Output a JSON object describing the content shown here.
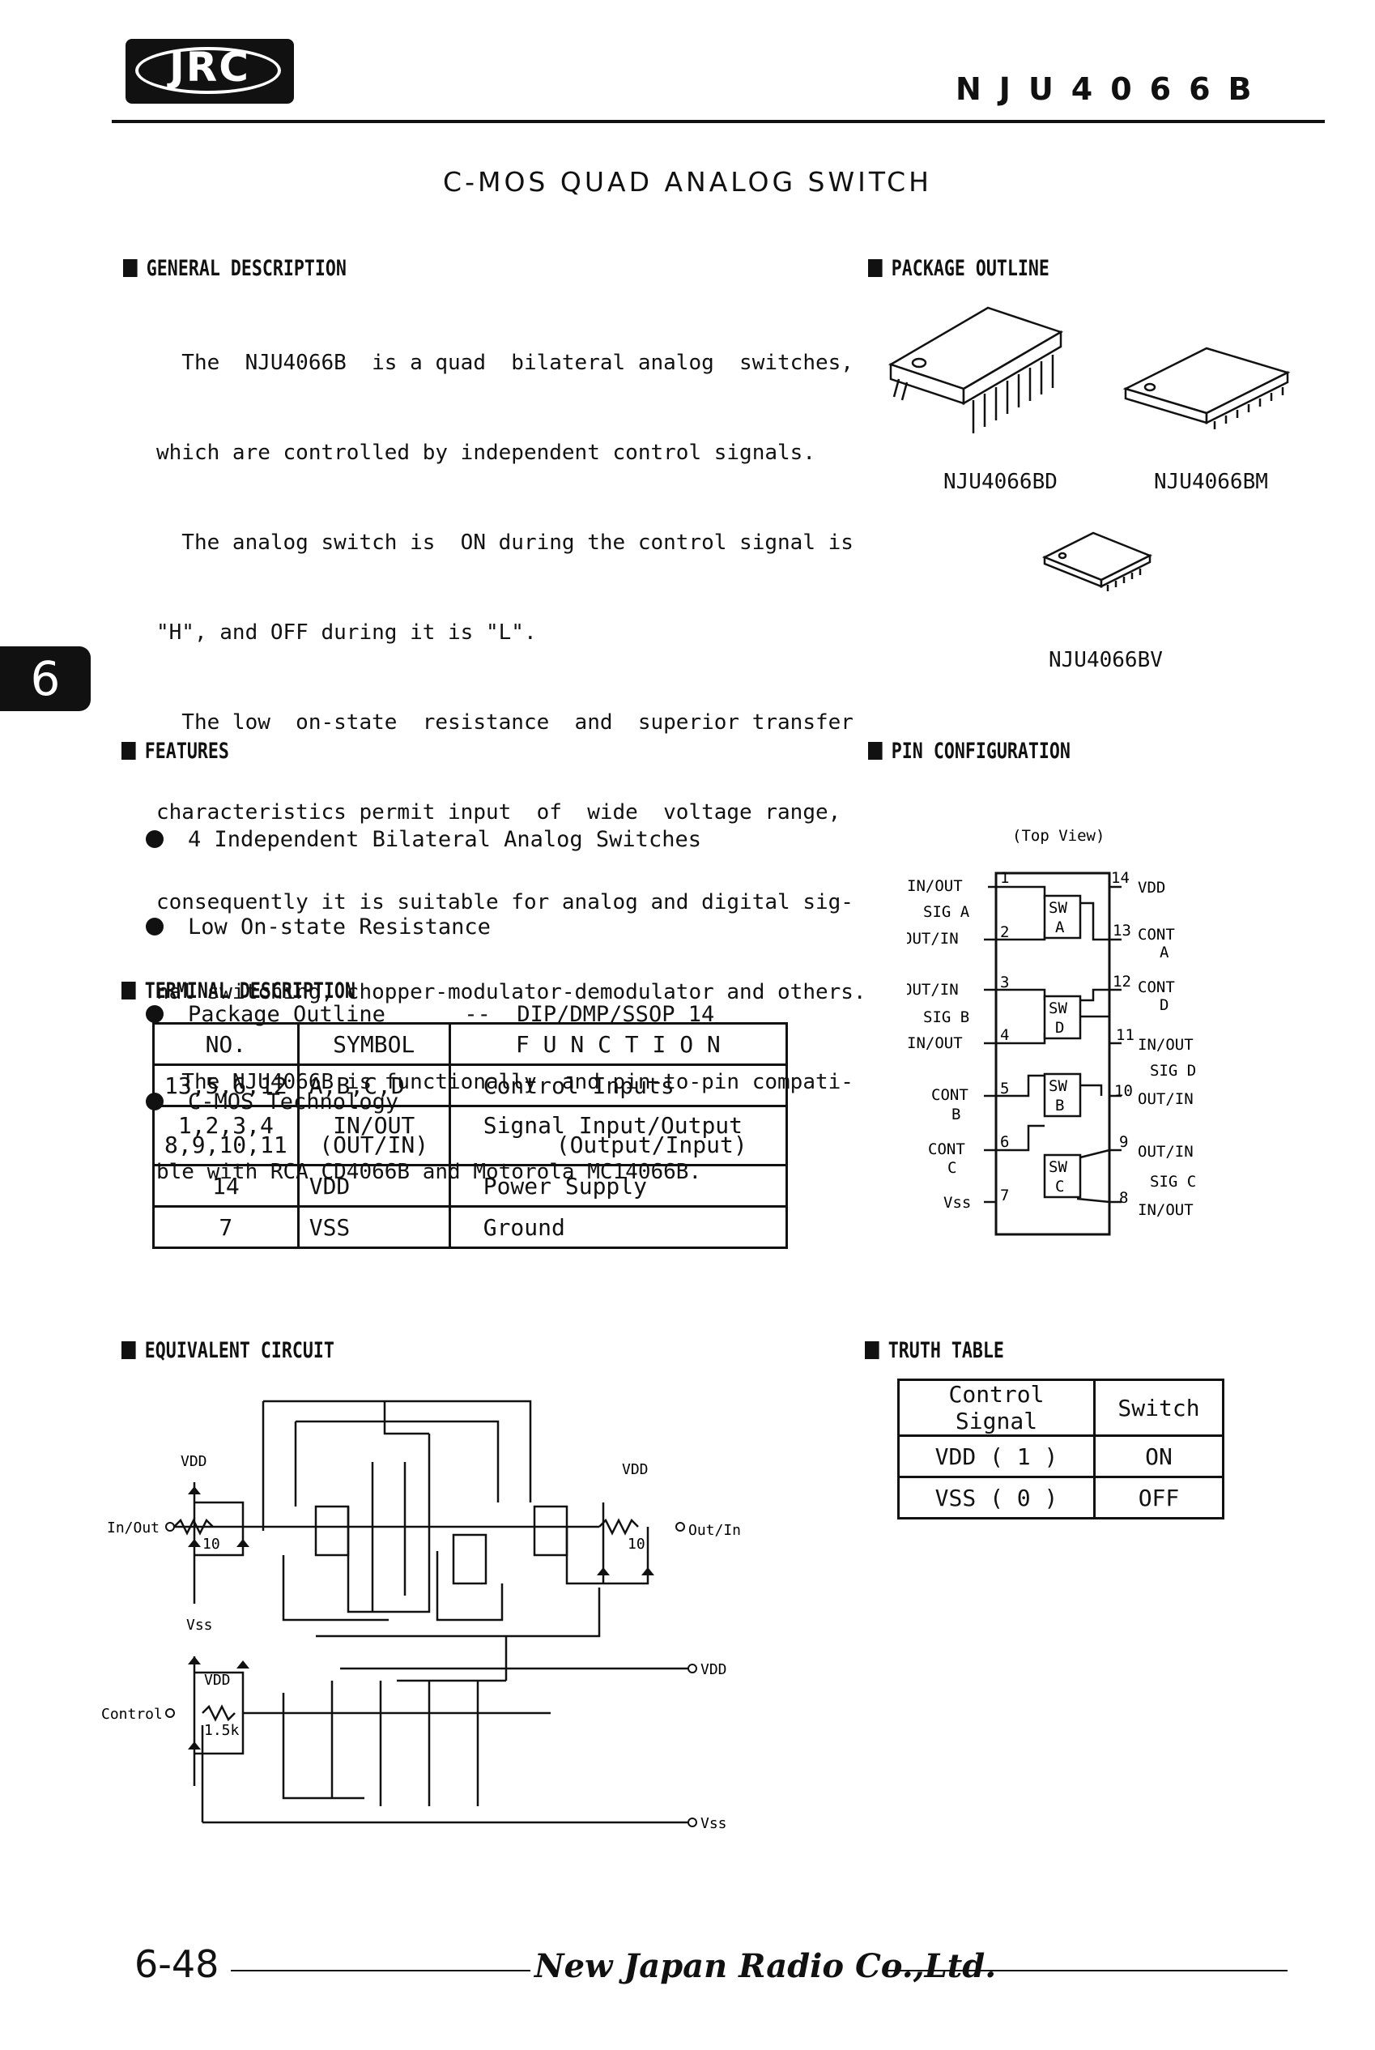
{
  "header": {
    "logo": "JRC",
    "part_number": "NJU4066B",
    "title": "C-MOS QUAD ANALOG SWITCH"
  },
  "side_tab": "6",
  "general_description": {
    "heading": "GENERAL DESCRIPTION",
    "lines": [
      "  The  NJU4066B  is a quad  bilateral analog  switches,",
      "which are controlled by independent control signals.",
      "  The analog switch is  ON during the control signal is",
      "\"H\", and OFF during it is \"L\".",
      "  The low  on-state  resistance  and  superior transfer",
      "characteristics permit input  of  wide  voltage range,",
      "consequently it is suitable for analog and digital sig-",
      "nal switching, chopper-modulator-demodulator and others.",
      "  The NJU4066B is functionally  and pin-to-pin compati-",
      "ble with RCA CD4066B and Motorola MC14066B."
    ]
  },
  "package_outline": {
    "heading": "PACKAGE OUTLINE",
    "packages": [
      "NJU4066BD",
      "NJU4066BM",
      "NJU4066BV"
    ]
  },
  "features": {
    "heading": "FEATURES",
    "items": [
      "4 Independent Bilateral Analog Switches",
      "Low On-state Resistance",
      "Package Outline      --  DIP/DMP/SSOP 14",
      "C-MOS Technology"
    ]
  },
  "pin_configuration": {
    "heading": "PIN CONFIGURATION",
    "view": "(Top View)",
    "left_pins": [
      {
        "num": "1",
        "label": "IN/OUT"
      },
      {
        "num": "2",
        "label": "OUT/IN"
      },
      {
        "num": "3",
        "label": "OUT/IN"
      },
      {
        "num": "4",
        "label": "IN/OUT"
      },
      {
        "num": "5",
        "label": "CONT"
      },
      {
        "num": "6",
        "label": "CONT"
      },
      {
        "num": "7",
        "label": "Vss"
      }
    ],
    "right_pins": [
      {
        "num": "14",
        "label": "VDD"
      },
      {
        "num": "13",
        "label": "CONT"
      },
      {
        "num": "12",
        "label": "CONT"
      },
      {
        "num": "11",
        "label": "IN/OUT"
      },
      {
        "num": "10",
        "label": "OUT/IN"
      },
      {
        "num": "9",
        "label": "OUT/IN"
      },
      {
        "num": "8",
        "label": "IN/OUT"
      }
    ],
    "sig_labels": [
      "SIG A",
      "SIG B",
      "SIG D",
      "SIG C"
    ],
    "sub_letters": [
      "A",
      "D",
      "B",
      "C"
    ],
    "switches": [
      {
        "top": "SW",
        "bottom": "A"
      },
      {
        "top": "SW",
        "bottom": "D"
      },
      {
        "top": "SW",
        "bottom": "B"
      },
      {
        "top": "SW",
        "bottom": "C"
      }
    ]
  },
  "terminal_description": {
    "heading": "TERMINAL DESCRIPTION",
    "headers": [
      "NO.",
      "SYMBOL",
      "F U N C T I O N"
    ],
    "rows": [
      {
        "no": "13,5,6,12",
        "symbol": "A,B,C,D",
        "function": "Control Inputs"
      },
      {
        "no": "1,2,3,4",
        "no2": "8,9,10,11",
        "symbol": "IN/OUT",
        "symbol2": "(OUT/IN)",
        "function": "Signal Input/Output",
        "function2": "(Output/Input)"
      },
      {
        "no": "14",
        "symbol": "VDD",
        "function": "Power Supply"
      },
      {
        "no": "7",
        "symbol": "VSS",
        "function": "Ground"
      }
    ]
  },
  "equivalent_circuit": {
    "heading": "EQUIVALENT CIRCUIT",
    "labels": {
      "vdd": "VDD",
      "vss": "Vss",
      "in_out": "In/Out",
      "out_in": "Out/In",
      "control": "Control",
      "r10": "10",
      "r15": "1.5k"
    }
  },
  "truth_table": {
    "heading": "TRUTH TABLE",
    "headers": [
      "Control Signal",
      "Switch"
    ],
    "rows": [
      {
        "signal": "VDD ( 1 )",
        "switch": "ON"
      },
      {
        "signal": "VSS ( 0 )",
        "switch": "OFF"
      }
    ]
  },
  "footer": {
    "page": "6-48",
    "company": "New Japan Radio Co.,Ltd."
  }
}
